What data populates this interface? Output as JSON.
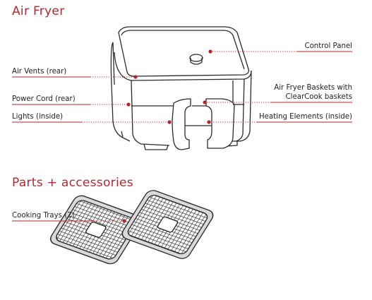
{
  "headings": {
    "air_fryer": "Air Fryer",
    "parts_accessories": "Parts + accessories"
  },
  "labels": {
    "air_vents": "Air Vents (rear)",
    "power_cord": "Power Cord (rear)",
    "lights": "Lights (inside)",
    "control_panel": "Control Panel",
    "baskets_line1": "Air Fryer Baskets with",
    "baskets_line2": "ClearCook baskets",
    "heating_elements": "Heating Elements (inside)",
    "cooking_trays": "Cooking Trays (2)"
  },
  "colors": {
    "accent": "#b5262e",
    "line_art": "#2a2a2a"
  }
}
